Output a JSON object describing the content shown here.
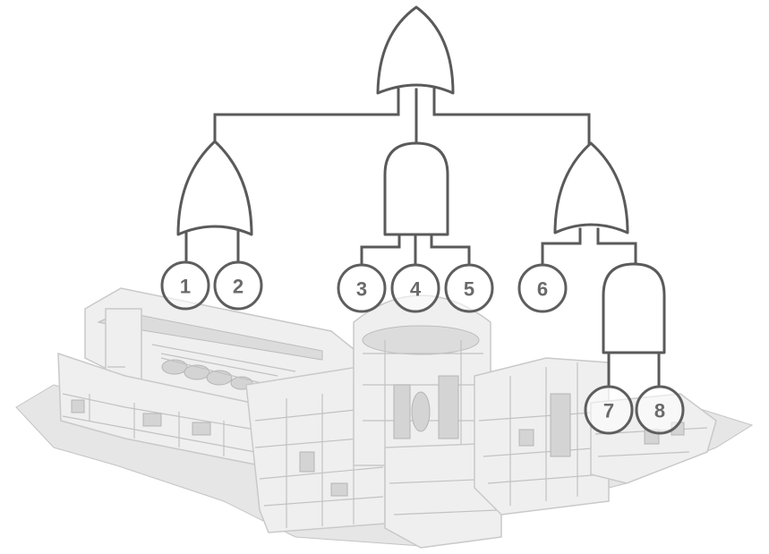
{
  "diagram": {
    "type": "fault-tree",
    "top_gate": "or-gate-icon",
    "intermediate_gates": [
      {
        "id": "G1",
        "gate": "or-gate-icon",
        "inputs": [
          "1",
          "2"
        ]
      },
      {
        "id": "G2",
        "gate": "and-gate-icon",
        "inputs": [
          "3",
          "4",
          "5"
        ]
      },
      {
        "id": "G3",
        "gate": "or-gate-icon",
        "inputs": [
          "6",
          "G4"
        ]
      },
      {
        "id": "G4",
        "gate": "and-gate-icon",
        "inputs": [
          "7",
          "8"
        ]
      }
    ],
    "basic_events": [
      {
        "label": "1"
      },
      {
        "label": "2"
      },
      {
        "label": "3"
      },
      {
        "label": "4"
      },
      {
        "label": "5"
      },
      {
        "label": "6"
      },
      {
        "label": "7"
      },
      {
        "label": "8"
      }
    ]
  },
  "background": {
    "subject": "nuclear-power-plant-cutaway",
    "style": "grayscale",
    "colors": {
      "line": "#5a5a5a",
      "plant_light": "#efefef",
      "plant_dark": "#d4d4d4"
    }
  }
}
